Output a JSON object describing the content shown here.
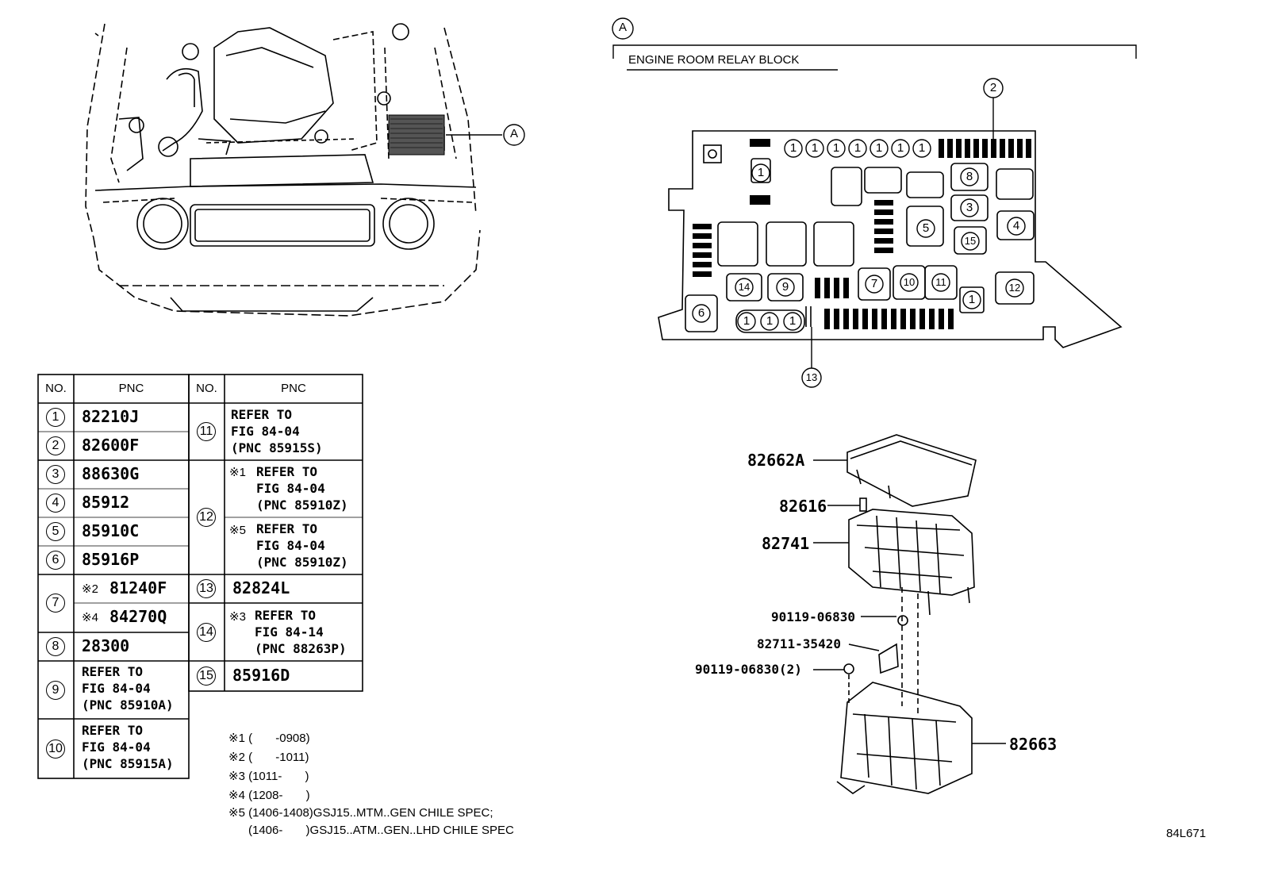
{
  "section": {
    "callout": "A",
    "title": "ENGINE ROOM RELAY BLOCK"
  },
  "table": {
    "header_no": "NO.",
    "header_pnc": "PNC",
    "left_rows": [
      {
        "no": "1",
        "pnc": "82210J"
      },
      {
        "no": "2",
        "pnc": "82600F"
      },
      {
        "no": "3",
        "pnc": "88630G"
      },
      {
        "no": "4",
        "pnc": "85912"
      },
      {
        "no": "5",
        "pnc": "85910C"
      },
      {
        "no": "6",
        "pnc": "85916P"
      },
      {
        "no": "7",
        "mark_a": "※2",
        "pnc_a": "81240F",
        "mark_b": "※4",
        "pnc_b": "84270Q"
      },
      {
        "no": "8",
        "pnc": "28300"
      },
      {
        "no": "9",
        "lines": [
          "REFER TO",
          "FIG 84-04",
          "(PNC 85910A)"
        ]
      },
      {
        "no": "10",
        "lines": [
          "REFER TO",
          "FIG 84-04",
          "(PNC 85915A)"
        ]
      }
    ],
    "right_rows": [
      {
        "no": "11",
        "lines": [
          "REFER TO",
          "FIG 84-04",
          "(PNC 85915S)"
        ]
      },
      {
        "no": "12",
        "mark_a": "※1",
        "lines_a": [
          "REFER TO",
          "FIG 84-04",
          "(PNC 85910Z)"
        ],
        "mark_b": "※5",
        "lines_b": [
          "REFER TO",
          "FIG 84-04",
          "(PNC 85910Z)"
        ]
      },
      {
        "no": "13",
        "pnc": "82824L"
      },
      {
        "no": "14",
        "mark": "※3",
        "lines": [
          "REFER TO",
          "FIG 84-14",
          "(PNC 88263P)"
        ]
      },
      {
        "no": "15",
        "pnc": "85916D"
      }
    ]
  },
  "notes": [
    "※1 (       -0908)",
    "※2 (       -1011)",
    "※3 (1011-       )",
    "※4 (1208-       )",
    "※5 (1406-1408)GSJ15..MTM..GEN CHILE SPEC;",
    "      (1406-       )GSJ15..ATM..GEN..LHD CHILE SPEC"
  ],
  "block_numbers": {
    "top_row": [
      "1",
      "1",
      "1",
      "1",
      "1",
      "1",
      "1"
    ],
    "left_fuse": "1",
    "n8": "8",
    "n3": "3",
    "n5": "5",
    "n4": "4",
    "n15": "15",
    "n14": "14",
    "n9": "9",
    "n7": "7",
    "n10": "10",
    "n11": "11",
    "n1b": "1",
    "n12": "12",
    "n6": "6",
    "bottom_row": [
      "1",
      "1",
      "1"
    ],
    "leader2": "2",
    "leader13": "13"
  },
  "parts": {
    "cover": "82662A",
    "fuse": "82616",
    "block": "82741",
    "bolt1": "90119-06830",
    "bracket": "82711-35420",
    "bolt2": "90119-06830(2)",
    "case": "82663"
  },
  "engine_callout": "A",
  "figure_code": "84L671"
}
